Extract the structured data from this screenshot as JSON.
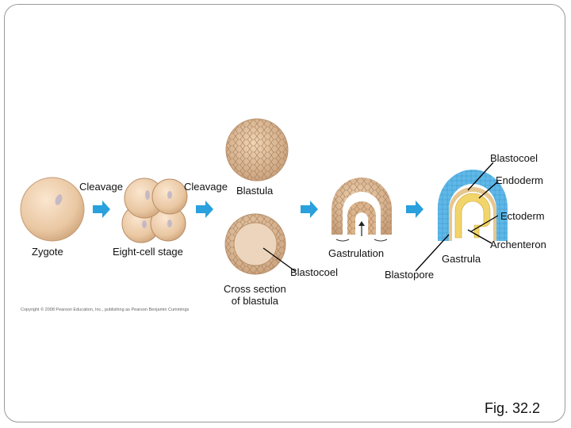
{
  "figure": {
    "caption": "Fig. 32.2",
    "copyright": "Copyright © 2008 Pearson Education, Inc., publishing as Pearson Benjamin Cummings"
  },
  "labels": {
    "zygote": "Zygote",
    "cleavage_1": "Cleavage",
    "eight_cell": "Eight-cell stage",
    "cleavage_2": "Cleavage",
    "blastula": "Blastula",
    "blastocoel_top": "Blastocoel",
    "cross_section": "Cross section\nof blastula",
    "blastocoel_bottom": "Blastocoel",
    "gastrulation": "Gastrulation",
    "blastopore": "Blastopore",
    "gastrula": "Gastrula",
    "endoderm": "Endoderm",
    "ectoderm": "Ectoderm",
    "archenteron": "Archenteron"
  },
  "colors": {
    "arrow": "#2aa0dc",
    "embryo_fill": "#e9c7a2",
    "ectoderm": "#5fb8e8",
    "endoderm": "#f2d56a",
    "leader_line": "#000000"
  }
}
